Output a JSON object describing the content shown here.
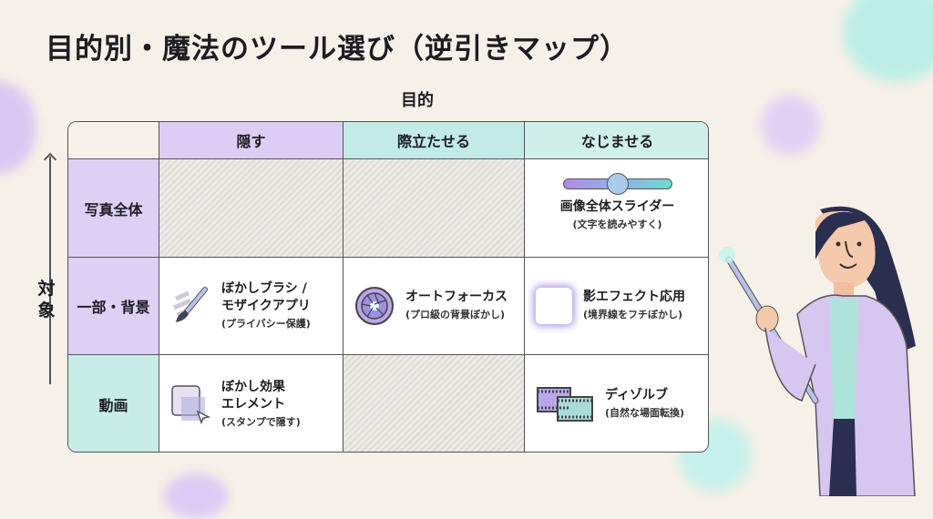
{
  "title": "目的別・魔法のツール選び（逆引きマップ）",
  "x_axis_label": "目的",
  "y_axis_label": "対象",
  "columns": [
    "隠す",
    "際立たせる",
    "なじませる"
  ],
  "rows": [
    "写真全体",
    "一部・背景",
    "動画"
  ],
  "cells": {
    "r0c2": {
      "title": "画像全体スライダー",
      "sub": "(文字を読みやすく)",
      "slider_value": 0.5
    },
    "r1c0": {
      "title1": "ぼかしブラシ /",
      "title2": "モザイクアプリ",
      "sub": "(プライバシー保護)"
    },
    "r1c1": {
      "title": "オートフォーカス",
      "sub": "(プロ級の背景ぼかし)"
    },
    "r1c2": {
      "title": "影エフェクト応用",
      "sub": "(境界線をフチぼかし)"
    },
    "r2c0": {
      "title1": "ぼかし効果",
      "title2": "エレメント",
      "sub": "(スタンプで隠す)"
    },
    "r2c2": {
      "title": "ディゾルブ",
      "sub": "(自然な場面転換)"
    }
  },
  "colors": {
    "purple": "#dccdf4",
    "teal": "#c3ebe6",
    "background": "#f6f1e8"
  }
}
